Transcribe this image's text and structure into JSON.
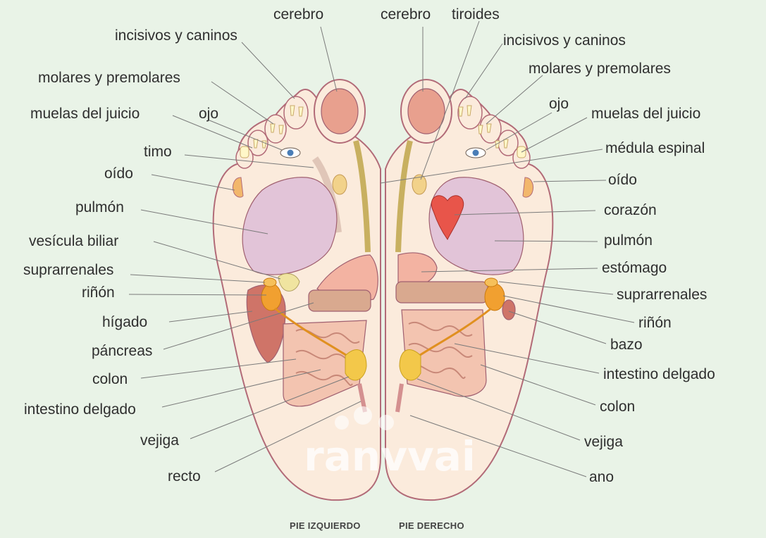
{
  "left_foot": {
    "caption": "PIE IZQUIERDO",
    "labels": [
      "cerebro",
      "incisivos y caninos",
      "molares y premolares",
      "muelas del juicio",
      "ojo",
      "timo",
      "oído",
      "pulmón",
      "vesícula biliar",
      "suprarrenales",
      "riñón",
      "hígado",
      "páncreas",
      "colon",
      "intestino delgado",
      "vejiga",
      "recto"
    ]
  },
  "right_foot": {
    "caption": "PIE DERECHO",
    "labels": [
      "cerebro",
      "tiroides",
      "incisivos y caninos",
      "molares y premolares",
      "ojo",
      "muelas del juicio",
      "médula espinal",
      "oído",
      "corazón",
      "pulmón",
      "estómago",
      "suprarrenales",
      "riñón",
      "bazo",
      "intestino delgado",
      "colon",
      "vejiga",
      "ano"
    ]
  },
  "watermark": "ranvvai",
  "colors": {
    "background": "#e9f3e7",
    "foot_skin": "#fbebdc",
    "foot_outline": "#b26b78",
    "lung": "#e2c4d8",
    "brain": "#e8a08e",
    "liver": "#cf7468",
    "heart": "#e8554a",
    "stomach": "#f3b3a2",
    "intestine": "#f3c4b0",
    "kidney": "#f1a030",
    "bladder": "#f3c84a",
    "leader_line": "#7a7a7a"
  }
}
